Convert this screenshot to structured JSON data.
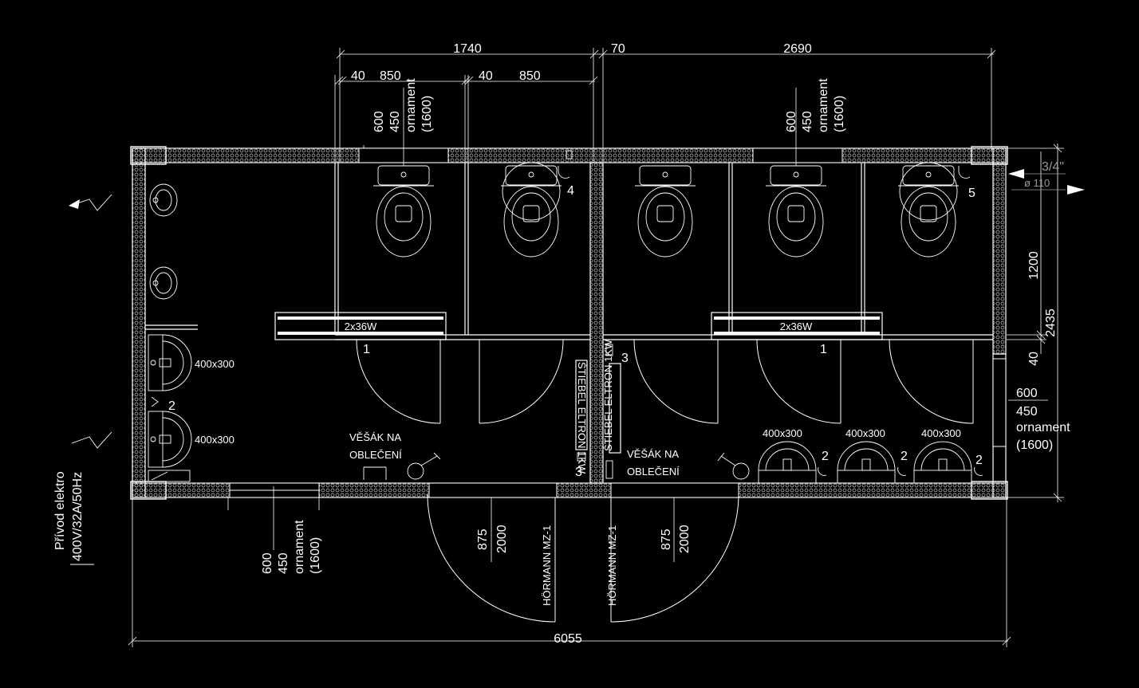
{
  "dimensions": {
    "top_left_total": "1740",
    "top_gap": "70",
    "top_right_total": "2690",
    "wall_a": "40",
    "cubicle_a": "850",
    "wall_b": "40",
    "cubicle_b": "850",
    "overall_width": "6055",
    "overall_depth": "2435",
    "cubicle_depth": "1200",
    "partition": "40"
  },
  "window_labels": [
    {
      "h1": "600",
      "h2": "450",
      "ornament": "ornament",
      "height": "(1600)"
    },
    {
      "h1": "600",
      "h2": "450",
      "ornament": "ornament",
      "height": "(1600)"
    },
    {
      "h1": "600",
      "h2": "450",
      "ornament": "ornament",
      "height": "(1600)"
    },
    {
      "h1": "600",
      "h2": "450",
      "ornament": "ornament",
      "height": "(1600)"
    }
  ],
  "lights": [
    {
      "label": "2x36W",
      "tag": "1"
    },
    {
      "label": "2x36W",
      "tag": "1"
    }
  ],
  "sinks": [
    "400x300",
    "400x300",
    "400x300",
    "400x300",
    "400x300"
  ],
  "tags": {
    "sink": "2",
    "heater": "3",
    "hydrant_a": "4",
    "hydrant_b": "5"
  },
  "heaters": [
    "ŠTIEBEL ELTRON 1KW",
    "ŠTIEBEL ELTRON 1KW"
  ],
  "hangers": [
    {
      "line1": "VĚŠÁK NA",
      "line2": "OBLEČENÍ"
    },
    {
      "line1": "VĚŠÁK NA",
      "line2": "OBLEČENÍ"
    }
  ],
  "doors": [
    {
      "width": "875",
      "height": "2000",
      "model": "HÖRMANN MZ-1"
    },
    {
      "width": "875",
      "height": "2000",
      "model": "HÖRMANN MZ-1"
    }
  ],
  "power": {
    "title": "Přívod elektro",
    "spec": "400V/32A/50Hz"
  },
  "water": {
    "inlet": "3/4\"",
    "drain": "ø 110"
  }
}
